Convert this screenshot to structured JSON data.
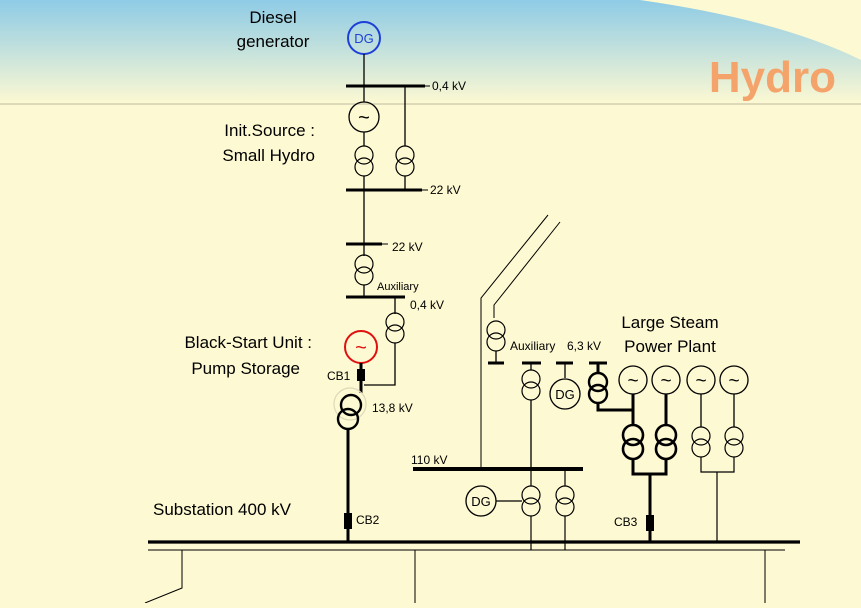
{
  "slide": {
    "title": "Hydro",
    "colors": {
      "background": "#fdf9d2",
      "header_gradient": "#8ecbe6",
      "title": "#f4a46a",
      "diesel_generator": "#1e3fd8",
      "black_start": "#e01010"
    }
  },
  "labels": {
    "diesel_line1": "Diesel",
    "diesel_line2": "generator",
    "init_line1": "Init.Source :",
    "init_line2": "Small Hydro",
    "black_line1": "Black-Start Unit :",
    "black_line2": "Pump Storage",
    "steam_line1": "Large Steam",
    "steam_line2": "Power Plant",
    "substation": "Substation  400 kV"
  },
  "symbols": {
    "dg": "DG",
    "generator": "~"
  },
  "voltages": {
    "v04_top": "0,4 kV",
    "v22_a": "22 kV",
    "v22_b": "22 kV",
    "v04_aux": "0,4 kV",
    "v138": "13,8 kV",
    "v110": "110 kV",
    "v63": "6,3 kV"
  },
  "auxiliary": {
    "left": "Auxiliary",
    "right": "Auxiliary"
  },
  "breakers": {
    "cb1": "CB1",
    "cb2": "CB2",
    "cb3": "CB3"
  }
}
